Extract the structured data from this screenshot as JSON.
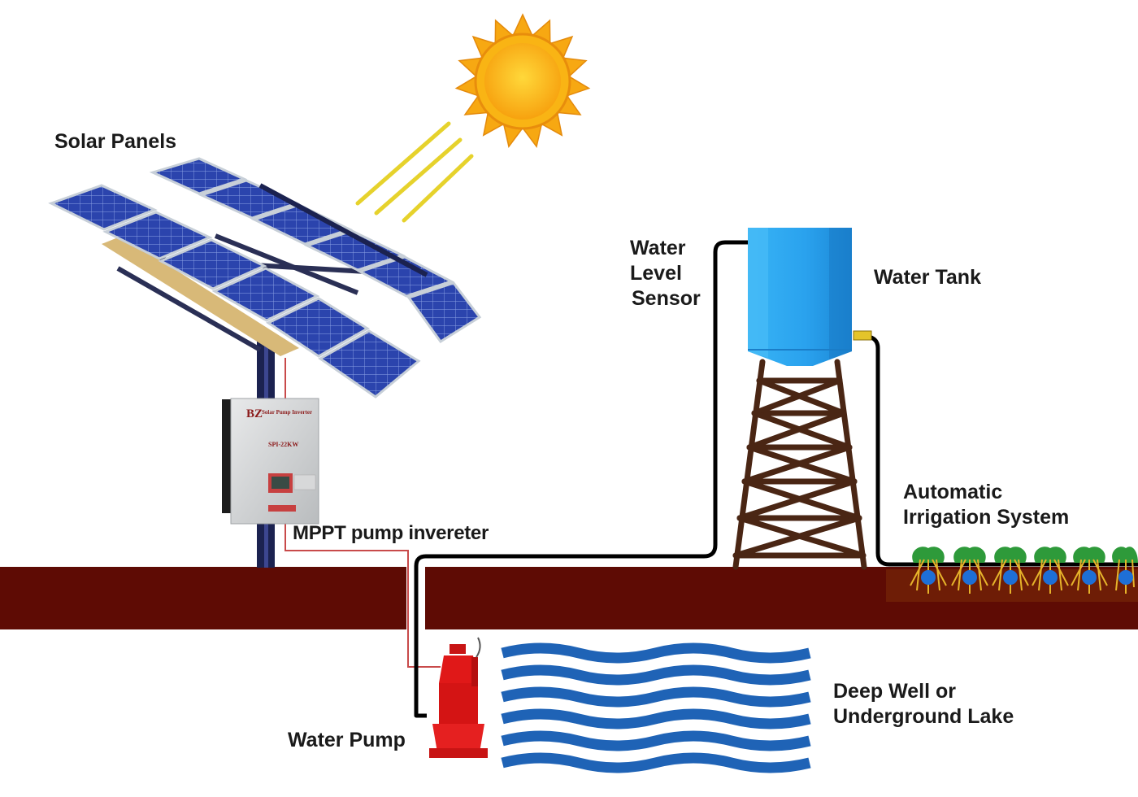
{
  "labels": {
    "solar_panels": "Solar Panels",
    "water_level_sensor": [
      "Water",
      "Level",
      "Sensor"
    ],
    "water_tank": "Water Tank",
    "automatic_irrigation": [
      "Automatic",
      "Irrigation System"
    ],
    "mppt_inverter": "MPPT pump invereter",
    "deep_well": [
      "Deep Well or",
      "Underground Lake"
    ],
    "water_pump": "Water Pump"
  },
  "inverter": {
    "brand": "Solar Pump Inverter",
    "model": "SPI-22KW"
  },
  "colors": {
    "ground": "#5e0b04",
    "water": "#1f63b6",
    "tank": "#2aa2ee",
    "tower": "#4a2614",
    "pump": "#e01818",
    "sun": "#fbb313",
    "sunrays": "#ead62a",
    "panel": "#2a41a8",
    "pipe": "#000000",
    "wire": "#c84a4a"
  },
  "icons": [
    "sun-icon",
    "solar-panel-icon",
    "inverter-icon",
    "water-tank-icon",
    "water-pump-icon",
    "plant-icon"
  ]
}
